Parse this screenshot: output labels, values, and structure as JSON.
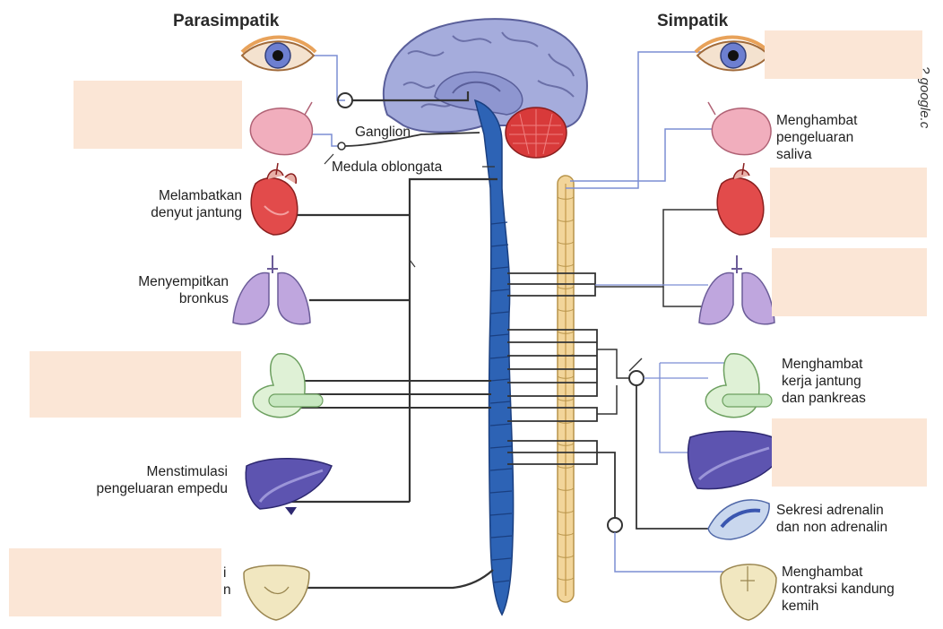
{
  "titles": {
    "left": "Parasimpatik",
    "right": "Simpatik"
  },
  "labels": {
    "ganglion": "Ganglion",
    "medula": "Medula oblongata",
    "left_heart": "Melambatkan\ndenyut jantung",
    "left_lung": "Menyempitkan\nbronkus",
    "left_liver": "Menstimulasi\npengeluaran empedu",
    "left_bladder_fragment": "i\nn",
    "right_saliva": "Menghambat\npengeluaran\nsaliva",
    "right_stomach": "Menghambat\nkerja jantung\ndan pankreas",
    "right_adrenal": "Sekresi adrenalin\ndan non adrenalin",
    "right_bladder": "Menghambat\nkontraksi kandung\nkemih"
  },
  "watermark": "?.google.c",
  "blank_boxes": [
    "left-blank-1",
    "left-blank-2",
    "left-blank-3",
    "right-blank-1",
    "right-blank-2",
    "right-blank-3",
    "right-blank-4"
  ],
  "colors": {
    "blank_fill": "#fbe6d6",
    "nerve_blue": "#7c8ed3",
    "spinal_cord": "#2d63b5",
    "sympathetic_chain": "#f2d59a",
    "brain": "#a5acdc",
    "cerebellum": "#d83a3a"
  }
}
